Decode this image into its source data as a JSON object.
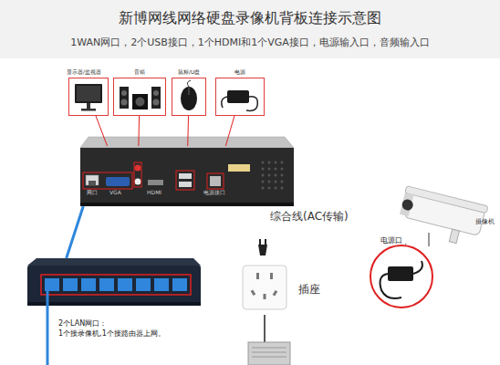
{
  "diagram": {
    "title": "新博网线网络硬盘录像机背板连接示意图",
    "caption": "1WAN网口，2个USB接口，1个HDMI和1个VGA接口，电源输入口，音频输入口",
    "nodes": [
      {
        "text": [
          "显示器/监视器"
        ]
      },
      {
        "text": [
          "音箱"
        ]
      },
      {
        "text": [
          "鼠标/U盘"
        ]
      },
      {
        "text": [
          "电源"
        ]
      },
      {
        "text": [
          "网口",
          "VGA",
          "HDMI",
          "电源接口"
        ]
      },
      {
        "text": [
          "2个LAN网口：",
          "1个接录像机,1个接路由器上网。"
        ]
      },
      {
        "text": [
          "摄像机"
        ]
      },
      {
        "text": [
          "电源口"
        ]
      },
      {
        "text": [
          "插座"
        ]
      }
    ],
    "edges": [
      {
        "from": 0,
        "to": 4,
        "arrow": "none"
      },
      {
        "from": 1,
        "to": 4,
        "arrow": "none"
      },
      {
        "from": 2,
        "to": 4,
        "arrow": "none"
      },
      {
        "from": 3,
        "to": 4,
        "arrow": "none"
      },
      {
        "from": 5,
        "to": 4,
        "arrow": "none"
      },
      {
        "from": 6,
        "to": 7,
        "arrow": "none"
      }
    ],
    "labels": [
      "综合线(AC传输)"
    ]
  }
}
